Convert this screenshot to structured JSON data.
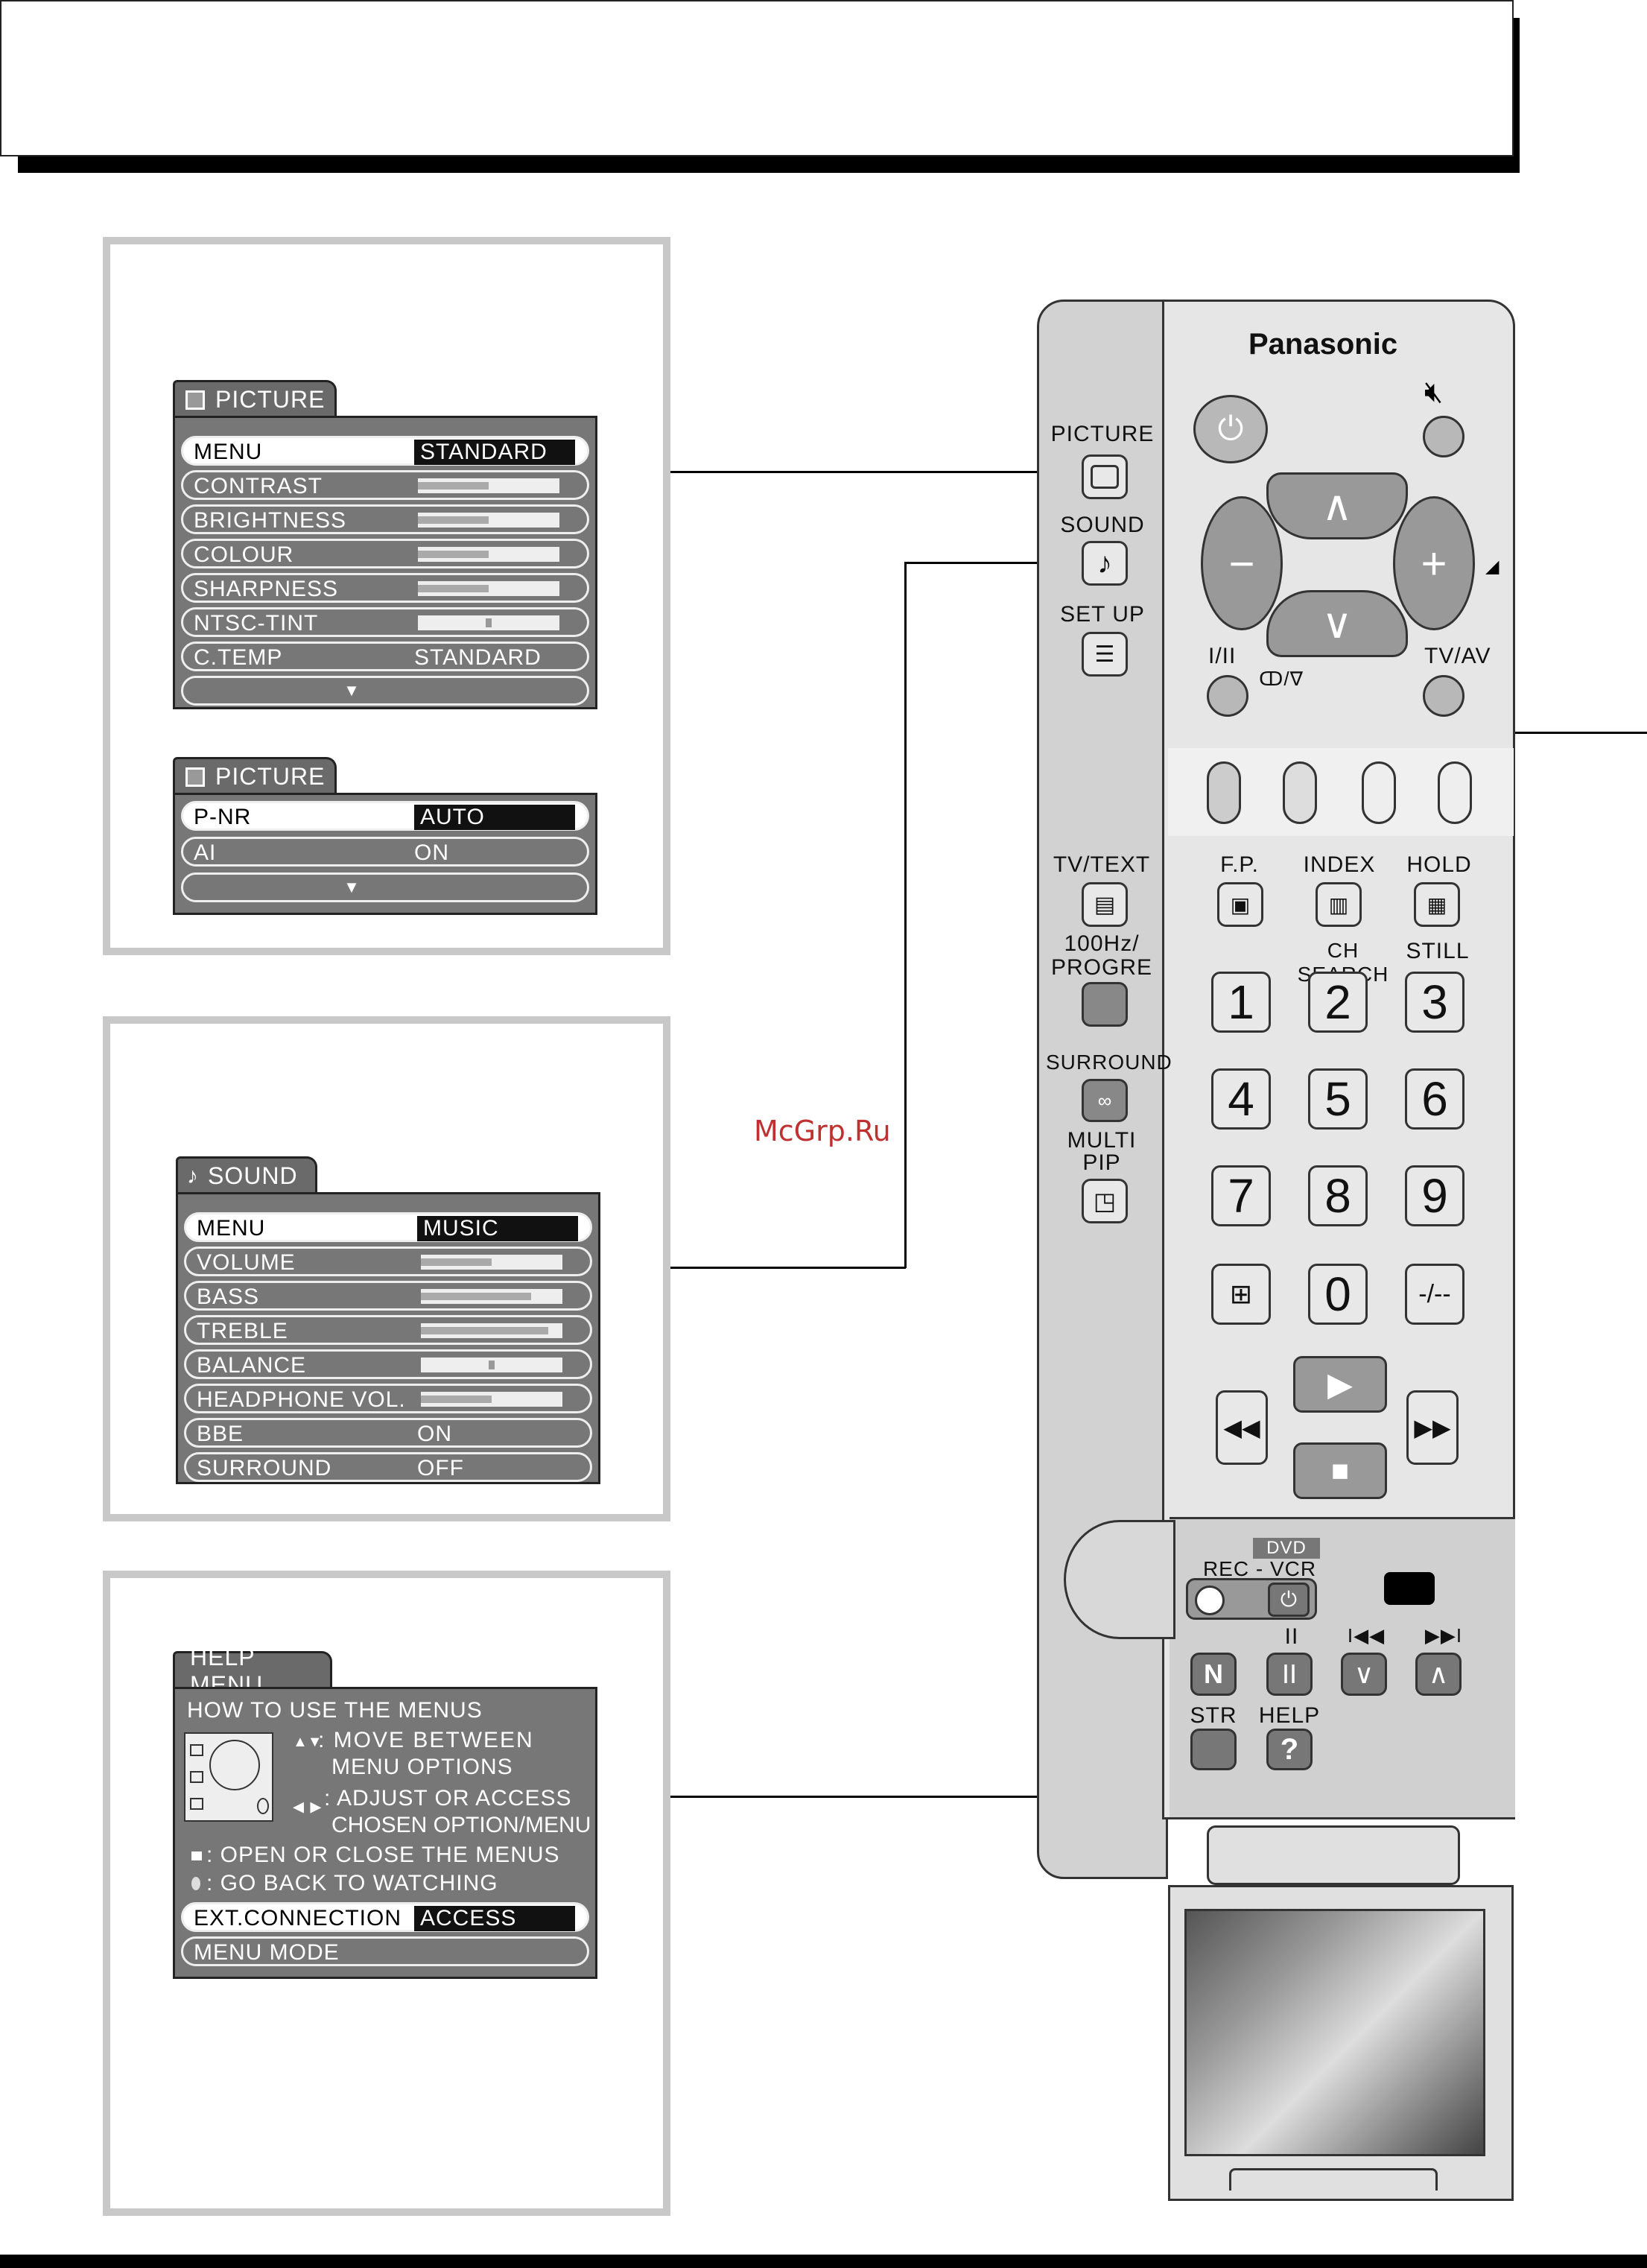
{
  "watermark": "McGrp.Ru",
  "picture_menu": {
    "title": "PICTURE",
    "rows": [
      {
        "label": "MENU",
        "value": "STANDARD",
        "selected": true
      },
      {
        "label": "CONTRAST",
        "level": 0.5
      },
      {
        "label": "BRIGHTNESS",
        "level": 0.5
      },
      {
        "label": "COLOUR",
        "level": 0.5
      },
      {
        "label": "SHARPNESS",
        "level": 0.5
      },
      {
        "label": "NTSC-TINT",
        "level": 0.5
      },
      {
        "label": "C.TEMP",
        "value": "STANDARD"
      }
    ],
    "more": "▼"
  },
  "picture_menu2": {
    "title": "PICTURE",
    "rows": [
      {
        "label": "P-NR",
        "value": "AUTO",
        "selected": true
      },
      {
        "label": "AI",
        "value": "ON"
      }
    ],
    "more": "▼"
  },
  "sound_menu": {
    "title": "SOUND",
    "rows": [
      {
        "label": "MENU",
        "value": "MUSIC",
        "selected": true
      },
      {
        "label": "VOLUME",
        "level": 0.5
      },
      {
        "label": "BASS",
        "level": 0.78
      },
      {
        "label": "TREBLE",
        "level": 0.9
      },
      {
        "label": "BALANCE",
        "level": 0.5
      },
      {
        "label": "HEADPHONE VOL.",
        "level": 0.5
      },
      {
        "label": "BBE",
        "value": "ON"
      },
      {
        "label": "SURROUND",
        "value": "OFF"
      }
    ]
  },
  "help_menu": {
    "title": "HELP MENU",
    "heading": "HOW TO USE THE MENUS",
    "line1a": ": MOVE BETWEEN",
    "line1b": "MENU OPTIONS",
    "line2a": ": ADJUST OR ACCESS",
    "line2b": "CHOSEN OPTION/MENU",
    "line3": ": OPEN OR CLOSE THE MENUS",
    "line4": ": GO BACK TO WATCHING",
    "rows": [
      {
        "label": "EXT.CONNECTION",
        "value": "ACCESS",
        "selected": true
      },
      {
        "label": "MENU MODE"
      }
    ]
  },
  "remote": {
    "brand": "Panasonic",
    "labels": {
      "picture": "PICTURE",
      "sound": "SOUND",
      "setup": "SET UP",
      "i_ii": "I/II",
      "stereo": "ↀ/∇",
      "tvav": "TV/AV",
      "tvtext": "TV/TEXT",
      "fp": "F.P.",
      "index": "INDEX",
      "hold": "HOLD",
      "hz": "100Hz/",
      "progre": "PROGRE",
      "chsearch": "CH SEARCH",
      "still": "STILL",
      "surround": "SURROUND",
      "multi": "MULTI",
      "pip": "PIP",
      "dvd": "DVD",
      "recvcr": "REC - VCR",
      "pause": "II",
      "prev": "I◀◀",
      "next": "▶▶I",
      "str": "STR",
      "help": "HELP",
      "n": "N",
      "q": "?",
      "dash": "-/--"
    },
    "digits": [
      "1",
      "2",
      "3",
      "4",
      "5",
      "6",
      "7",
      "8",
      "9",
      "0"
    ]
  }
}
